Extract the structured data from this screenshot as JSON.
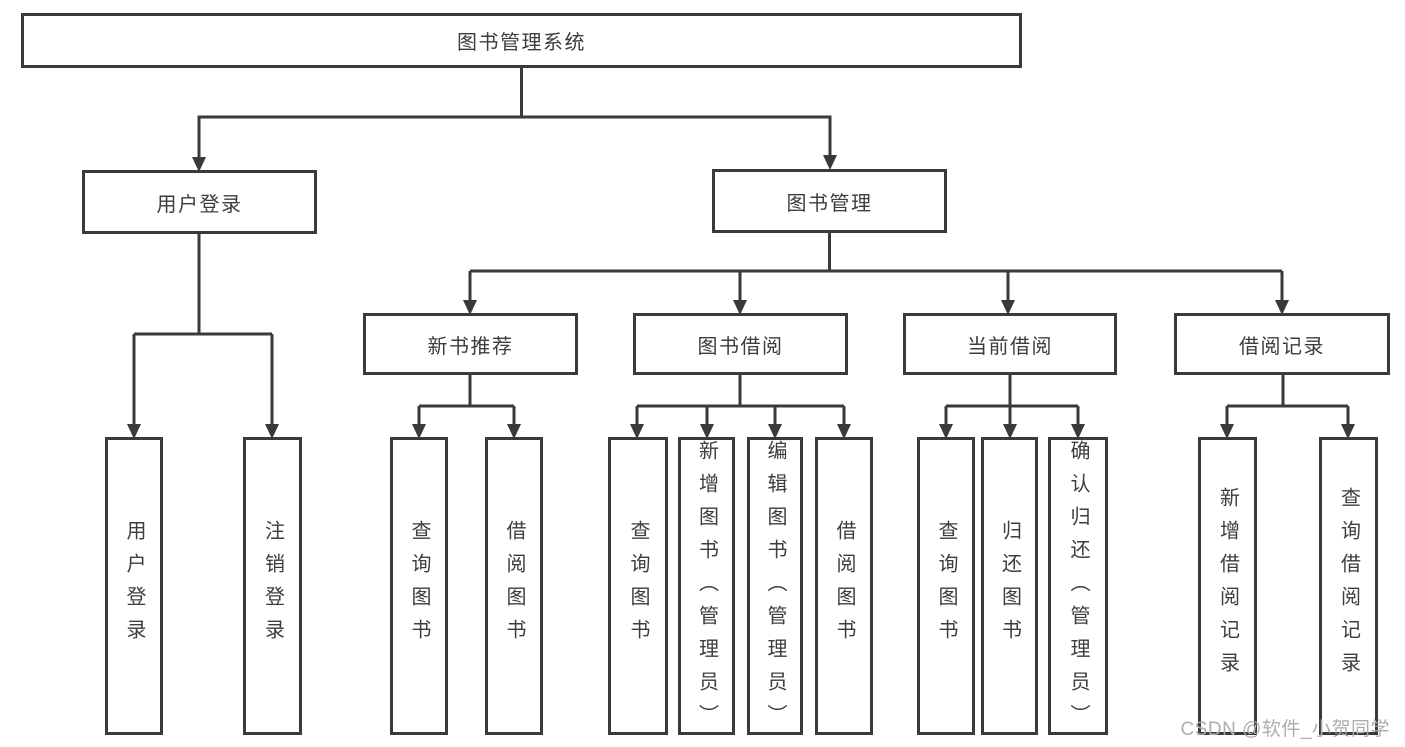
{
  "colors": {
    "line": "#3a3a3a",
    "text": "#3d3d3d",
    "watermark": "#adadad",
    "background": "#ffffff"
  },
  "watermark": {
    "text": "CSDN @软件_小贺同学"
  },
  "tree": {
    "root": {
      "label": "图书管理系统"
    },
    "branches": [
      {
        "label": "用户登录",
        "children": [
          {
            "label": "用户登录"
          },
          {
            "label": "注销登录"
          }
        ]
      },
      {
        "label": "图书管理",
        "groups": [
          {
            "label": "新书推荐",
            "children": [
              {
                "label": "查询图书"
              },
              {
                "label": "借阅图书"
              }
            ]
          },
          {
            "label": "图书借阅",
            "children": [
              {
                "label": "查询图书"
              },
              {
                "label": "新增图书（管理员）"
              },
              {
                "label": "编辑图书（管理员）"
              },
              {
                "label": "借阅图书"
              }
            ]
          },
          {
            "label": "当前借阅",
            "children": [
              {
                "label": "查询图书"
              },
              {
                "label": "归还图书"
              },
              {
                "label": "确认归还（管理员）"
              }
            ]
          },
          {
            "label": "借阅记录",
            "children": [
              {
                "label": "新增借阅记录"
              },
              {
                "label": "查询借阅记录"
              }
            ]
          }
        ]
      }
    ]
  }
}
